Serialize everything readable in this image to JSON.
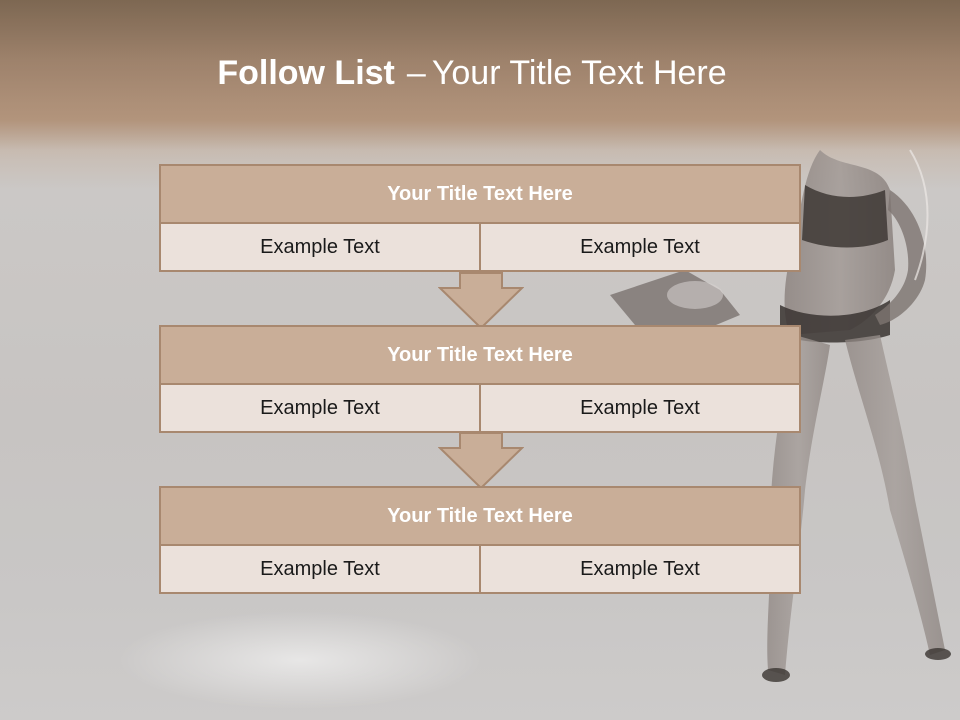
{
  "slide": {
    "title_bold": "Follow List",
    "title_dash": "–",
    "title_rest": "Your Title Text Here"
  },
  "blocks": [
    {
      "title": "Your Title Text Here",
      "left": "Example Text",
      "right": "Example Text"
    },
    {
      "title": "Your Title Text Here",
      "left": "Example Text",
      "right": "Example Text"
    },
    {
      "title": "Your Title Text Here",
      "left": "Example Text",
      "right": "Example Text"
    }
  ],
  "colors": {
    "header_band": "#a28670",
    "block_title_fill": "#c9ae98",
    "block_cell_fill": "#ebe1db",
    "block_border": "#a8886f"
  },
  "decorations": [
    "down-arrow-icon",
    "woman-figure-photo"
  ]
}
